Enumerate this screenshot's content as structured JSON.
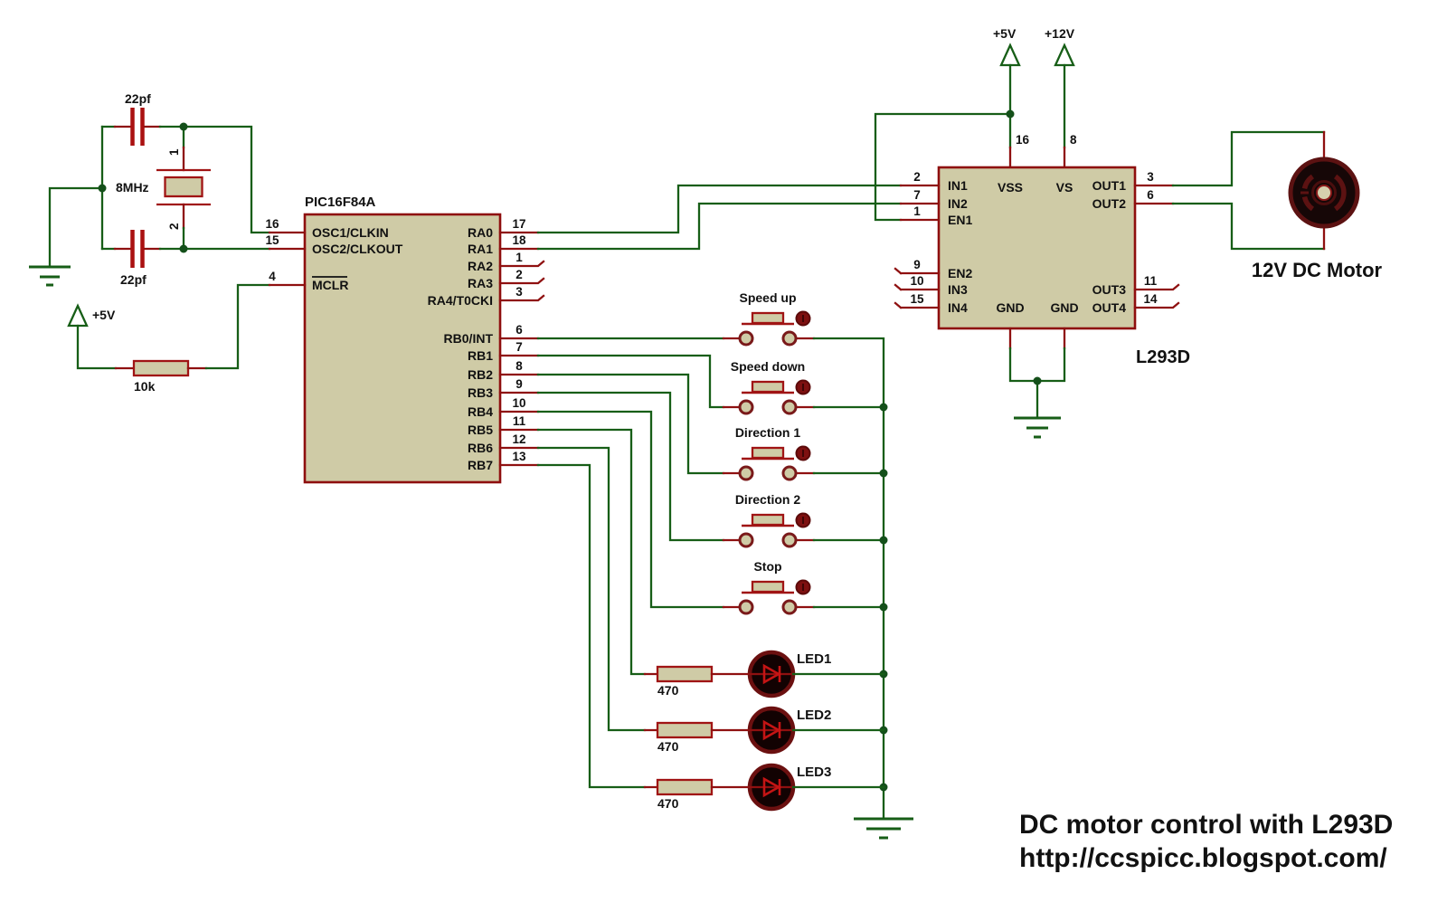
{
  "footer": {
    "title": "DC motor control with L293D",
    "url": "http://ccspicc.blogspot.com/"
  },
  "colors": {
    "wire_green": "#175e17",
    "pin_red": "#8f1010",
    "component_red": "#a01414",
    "chip_fill": "#cfcba6",
    "led_body": "#120202",
    "background": "#ffffff",
    "text": "#111111"
  },
  "pic": {
    "label": "PIC16F84A",
    "left_pins": [
      {
        "num": "16",
        "name": "OSC1/CLKIN"
      },
      {
        "num": "15",
        "name": "OSC2/CLKOUT"
      },
      {
        "num": "4",
        "name": "MCLR"
      }
    ],
    "right_pins": [
      {
        "num": "17",
        "name": "RA0"
      },
      {
        "num": "18",
        "name": "RA1"
      },
      {
        "num": "1",
        "name": "RA2"
      },
      {
        "num": "2",
        "name": "RA3"
      },
      {
        "num": "3",
        "name": "RA4/T0CKI"
      },
      {
        "num": "6",
        "name": "RB0/INT"
      },
      {
        "num": "7",
        "name": "RB1"
      },
      {
        "num": "8",
        "name": "RB2"
      },
      {
        "num": "9",
        "name": "RB3"
      },
      {
        "num": "10",
        "name": "RB4"
      },
      {
        "num": "11",
        "name": "RB5"
      },
      {
        "num": "12",
        "name": "RB6"
      },
      {
        "num": "13",
        "name": "RB7"
      }
    ]
  },
  "driver": {
    "label": "L293D",
    "left_pins": [
      {
        "num": "2",
        "name": "IN1"
      },
      {
        "num": "7",
        "name": "IN2"
      },
      {
        "num": "1",
        "name": "EN1"
      },
      {
        "num": "9",
        "name": "EN2"
      },
      {
        "num": "10",
        "name": "IN3"
      },
      {
        "num": "15",
        "name": "IN4"
      }
    ],
    "right_pins": [
      {
        "num": "3",
        "name": "OUT1"
      },
      {
        "num": "6",
        "name": "OUT2"
      },
      {
        "num": "11",
        "name": "OUT3"
      },
      {
        "num": "14",
        "name": "OUT4"
      }
    ],
    "top_pins": [
      {
        "num": "16",
        "name": "VSS"
      },
      {
        "num": "8",
        "name": "VS"
      }
    ],
    "gnd_labels": [
      "GND",
      "GND"
    ]
  },
  "oscillator": {
    "crystal_freq": "8MHz",
    "crystal_pin1": "1",
    "crystal_pin2": "2",
    "cap_top": "22pf",
    "cap_bottom": "22pf"
  },
  "power": {
    "mclr_pullup_rail": "+5V",
    "driver_logic_rail": "+5V",
    "driver_motor_rail": "+12V"
  },
  "resistors": {
    "pullup": "10k",
    "led1": "470",
    "led2": "470",
    "led3": "470"
  },
  "buttons": [
    {
      "label": "Speed up"
    },
    {
      "label": "Speed down"
    },
    {
      "label": "Direction 1"
    },
    {
      "label": "Direction 2"
    },
    {
      "label": "Stop"
    }
  ],
  "leds": [
    {
      "label": "LED1"
    },
    {
      "label": "LED2"
    },
    {
      "label": "LED3"
    }
  ],
  "motor": {
    "label": "12V DC Motor"
  }
}
